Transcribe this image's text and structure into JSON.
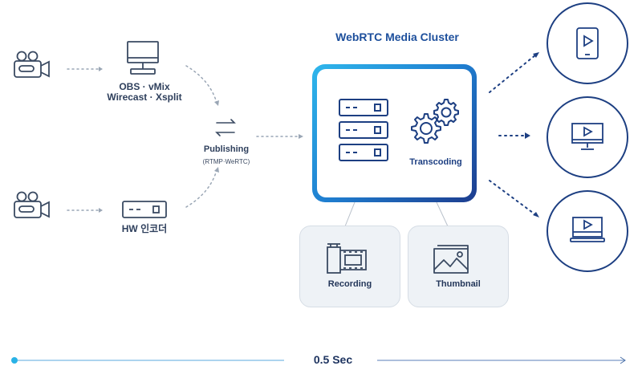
{
  "diagram": {
    "title": "WebRTC Media Cluster",
    "sources": {
      "software_label_line1": "OBS · vMix",
      "software_label_line2": "Wirecast · Xsplit",
      "hardware_label": "HW 인코더"
    },
    "publishing": {
      "label": "Publishing",
      "protocols": "(RTMP·WeRTC)"
    },
    "cluster": {
      "transcoding_label": "Transcoding"
    },
    "services": {
      "recording_label": "Recording",
      "thumbnail_label": "Thumbnail"
    },
    "latency": {
      "label": "0.5 Sec"
    },
    "colors": {
      "navy": "#1d3f82",
      "accent_blue": "#1d4f9c",
      "cyan": "#29b2e6"
    },
    "icons": [
      "camera-icon",
      "monitor-icon",
      "encoder-icon",
      "exchange-arrows-icon",
      "server-icon",
      "gears-icon",
      "film-icon",
      "image-icon",
      "phone-play-icon",
      "desktop-play-icon",
      "laptop-play-icon"
    ]
  }
}
